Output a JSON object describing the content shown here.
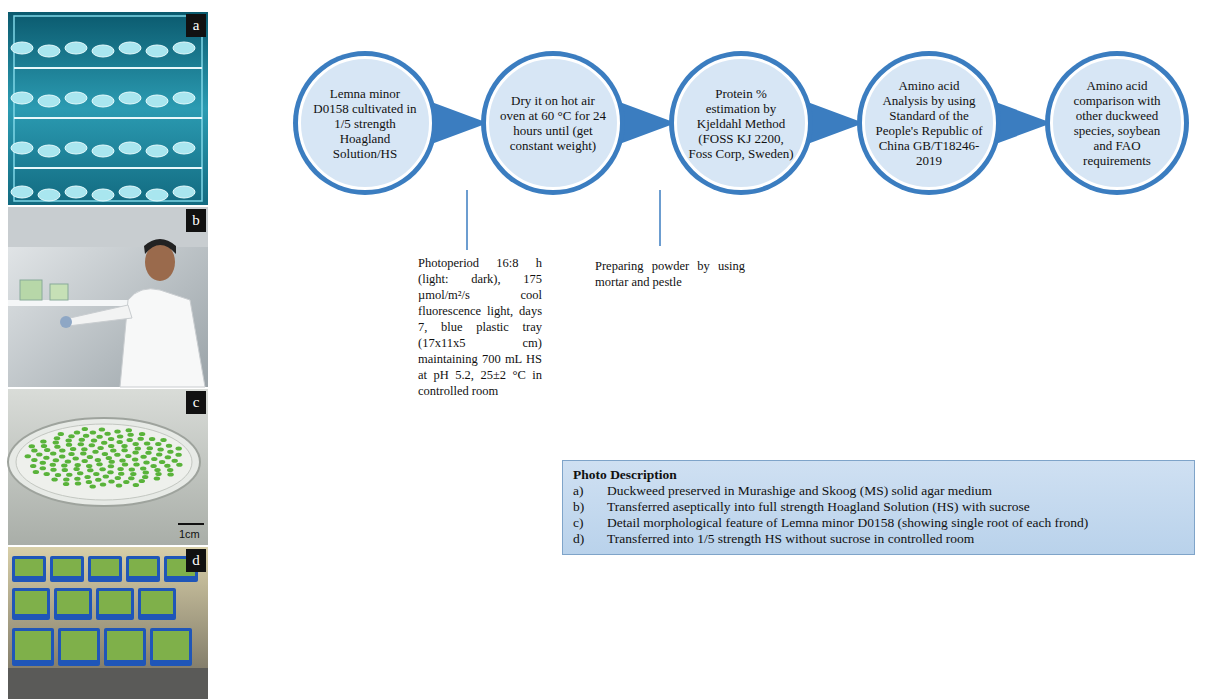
{
  "diagram": {
    "nodes": [
      {
        "text": [
          "Lemna minor D0158 cultivated in 1/5 strength Hoagland Solution/HS"
        ]
      },
      {
        "text": [
          "Dry it on hot air oven at 60 °C for 24 hours until (get constant weight)"
        ]
      },
      {
        "text": [
          "Protein % estimation by Kjeldahl Method (FOSS KJ 2200, Foss Corp, Sweden)"
        ]
      },
      {
        "text": [
          "Amino acid Analysis by using Standard of the People's Republic of China GB/T18246-2019"
        ]
      },
      {
        "text": [
          "Amino acid comparison with other duckweed species, soybean and FAO requirements"
        ]
      },
      {
        "text": [
          "Photo Description",
          "a)",
          "Duckweed preserved in Murashige and Skoog (MS) solid agar medium",
          "b)",
          "Transferred aseptically into full strength Hoagland Solution (HS) with sucrose",
          "c)",
          "Detail morphological feature of Lemna minor D0158 (showing single root of each frond)",
          "d)",
          "Transferred into 1/5 strength HS without sucrose in controlled room"
        ]
      }
    ],
    "edges": [
      {
        "from": 0,
        "to": 1,
        "arrow": "to"
      },
      {
        "from": 1,
        "to": 2,
        "arrow": "to"
      },
      {
        "from": 2,
        "to": 3,
        "arrow": "to"
      },
      {
        "from": 3,
        "to": 4,
        "arrow": "to"
      }
    ],
    "labels": [
      "a",
      "b",
      "c",
      "d",
      "1cm",
      "Photoperiod 16:8 h (light: dark), 175 µmol/m²/s cool fluorescence light, days 7, blue plastic tray (17x11x5 cm) maintaining 700 mL HS at pH 5.2, 25±2 °C in controlled room",
      "Preparing powder by using mortar and pestle"
    ]
  }
}
